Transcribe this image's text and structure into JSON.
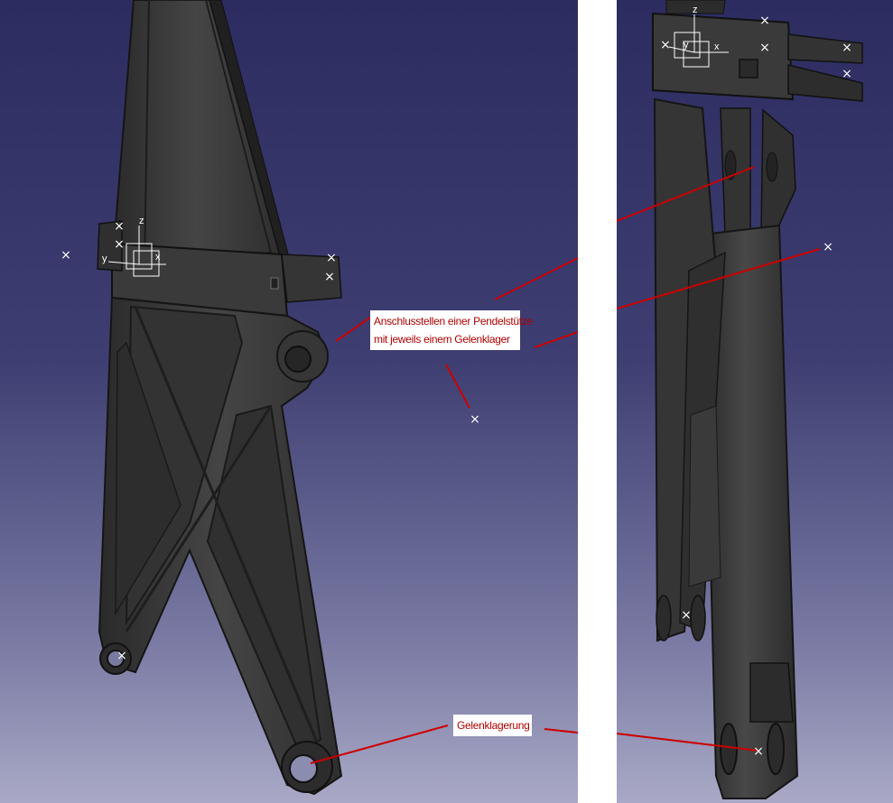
{
  "callouts": {
    "pendelstuetze": {
      "line1": "Anschlusstellen einer Pendelstütze",
      "line2": "mit jeweils einem Gelenklager"
    },
    "gelenklagerung": {
      "label": "Gelenklagerung"
    }
  },
  "axis_labels": {
    "z": "z",
    "y": "y",
    "x": "x"
  },
  "anchor_glyph": "×",
  "colors": {
    "leader": "#cc0000",
    "callout_text": "#b00000",
    "part": "#3b3b3b",
    "background_top": "#2c2c60",
    "background_bottom": "#a9a9c6"
  }
}
